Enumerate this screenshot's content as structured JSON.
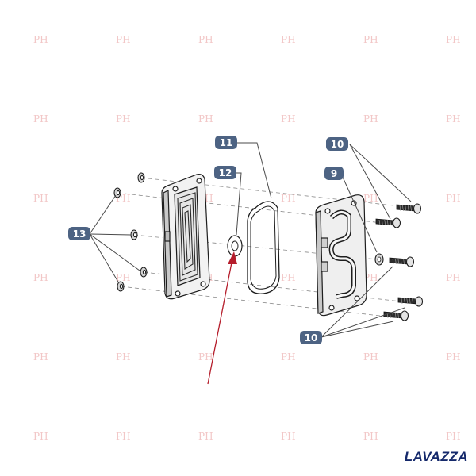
{
  "callouts": {
    "c9": "9",
    "c10_top": "10",
    "c10_bottom": "10",
    "c11": "11",
    "c12": "12",
    "c13": "13"
  },
  "brand": {
    "logo_text": "LAVAZZA"
  },
  "watermark": {
    "text": "PH"
  },
  "colors": {
    "callout_fill": "#4d6383",
    "leader_line": "#4a4a4a",
    "highlight_arrow": "#b51d2b",
    "brand": "#15296b",
    "watermark": "#f2c7c7"
  }
}
